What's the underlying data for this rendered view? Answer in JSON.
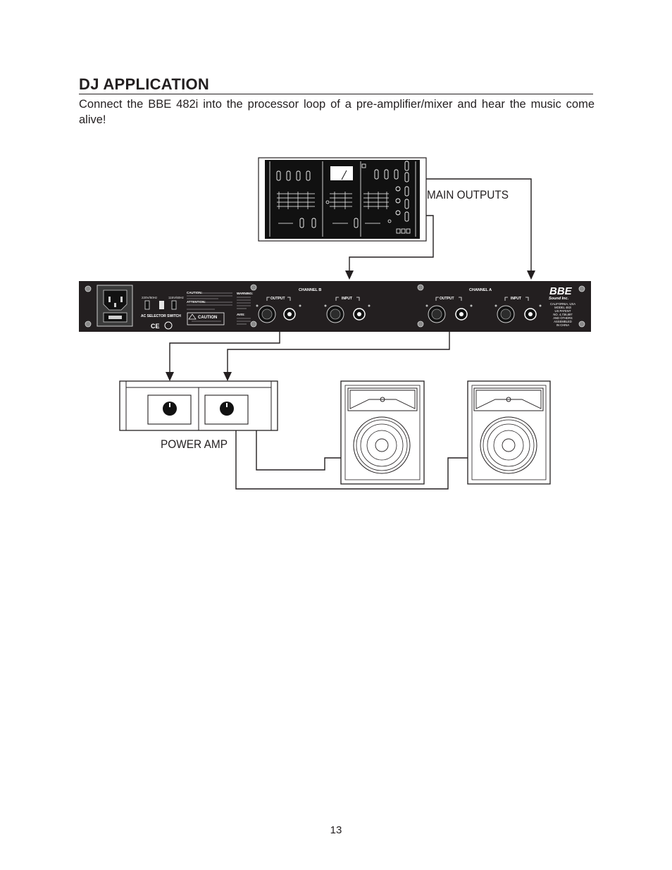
{
  "section": {
    "title": "DJ APPLICATION",
    "intro": "Connect the BBE 482i into the processor loop of a pre-amplifier/mixer and hear the music come alive!"
  },
  "diagram": {
    "main_outputs_label": "MAIN OUTPUTS",
    "power_amp_label": "POWER AMP",
    "unit": {
      "channel_b": "CHANNEL B",
      "channel_a": "CHANNEL A",
      "output": "OUTPUT",
      "input": "INPUT",
      "ac_selector": "AC SELECTOR SWITCH",
      "voltage_left": "220V/50Hz",
      "voltage_right": "115V/60Hz",
      "caution_title": "CAUTION",
      "caution_heading": "CAUTION:",
      "attention_heading": "ATTENTION:",
      "warning_heading": "WARNING:",
      "avis_heading": "AVIS:",
      "ce_mark": "CE",
      "brand": "BBE",
      "brand_sub": "Sound Inc.",
      "info_lines": [
        "CALIFORNIA, USA",
        "MODEL 482i",
        "US PATENT",
        "NO. 4,736,897",
        "AND OTHERS",
        "ASSEMBLED",
        "IN CHINA"
      ]
    }
  },
  "page_number": "13"
}
